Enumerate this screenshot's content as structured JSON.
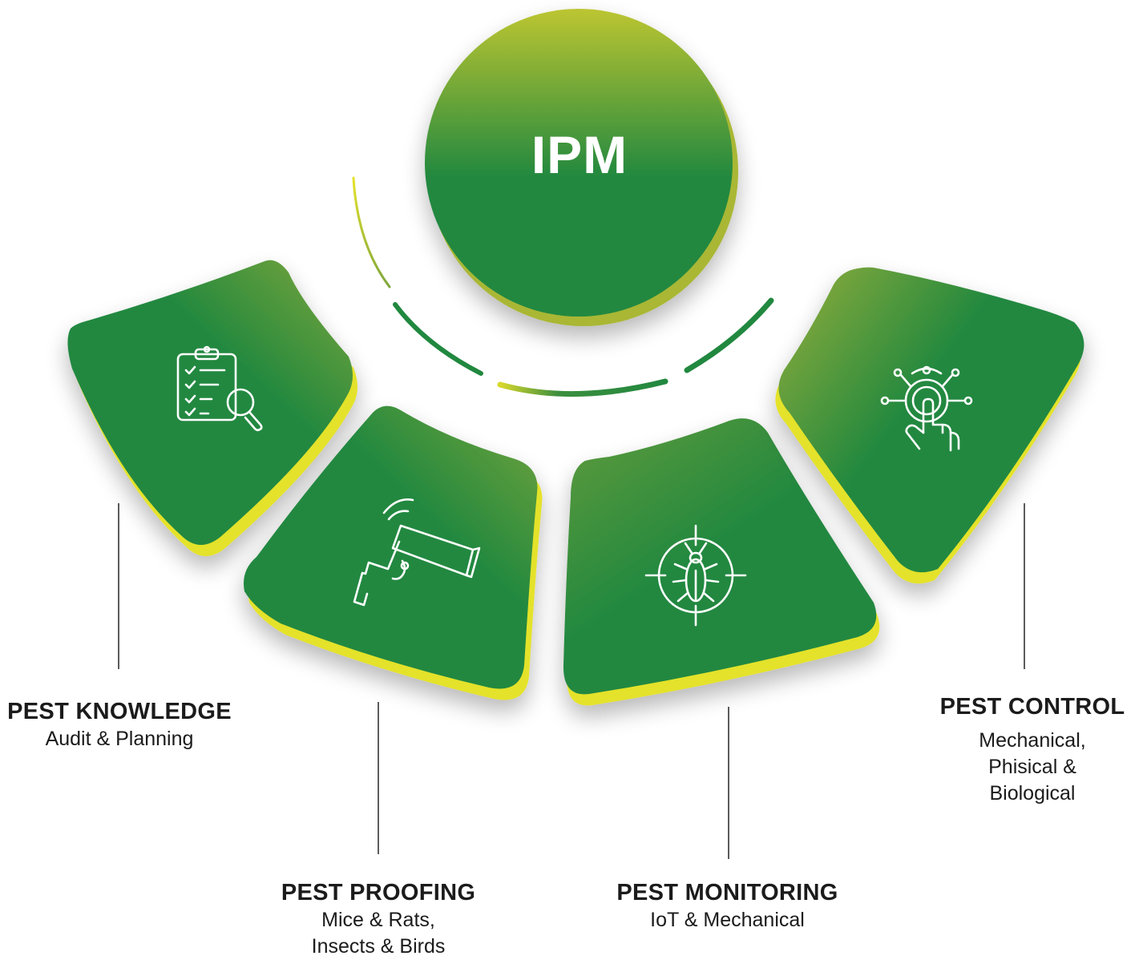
{
  "center": {
    "label": "IPM"
  },
  "segments": [
    {
      "id": "knowledge",
      "icon": "clipboard-search-icon",
      "title": "PEST KNOWLEDGE",
      "lines": [
        "Audit & Planning"
      ]
    },
    {
      "id": "proofing",
      "icon": "security-camera-icon",
      "title": "PEST PROOFING",
      "lines": [
        "Mice & Rats,",
        "Insects & Birds"
      ]
    },
    {
      "id": "monitoring",
      "icon": "bug-target-icon",
      "title": "PEST MONITORING",
      "lines": [
        "IoT & Mechanical"
      ]
    },
    {
      "id": "control",
      "icon": "touch-control-icon",
      "title": "PEST CONTROL",
      "lines": [
        "Mechanical,",
        "Phisical &",
        "Biological"
      ]
    }
  ],
  "colors": {
    "green": "#21883f",
    "olive": "#9bb234",
    "lime": "#c2c52f",
    "yellow": "#e6e52a",
    "text": "#1b1b1b"
  }
}
